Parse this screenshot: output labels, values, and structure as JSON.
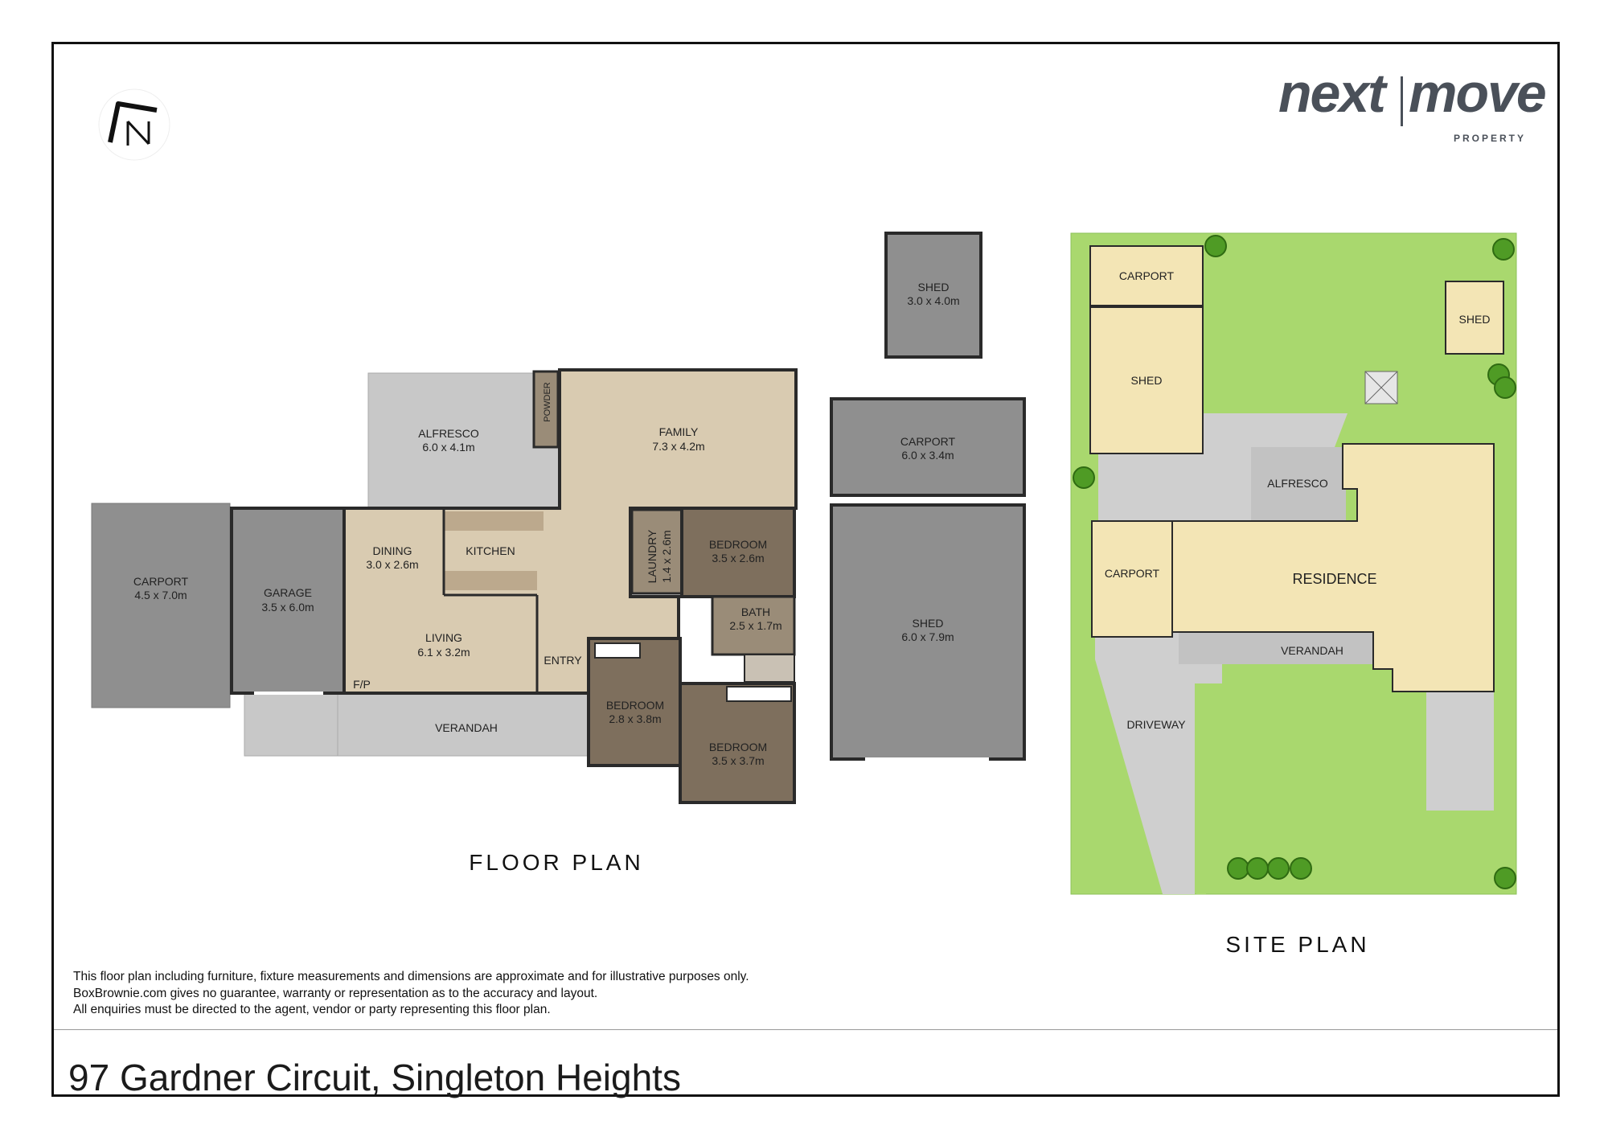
{
  "address": "97 Gardner Circuit, Singleton Heights",
  "disclaimer": [
    "This floor plan including furniture, fixture measurements and dimensions are approximate and for illustrative purposes only.",
    "BoxBrownie.com gives no guarantee, warranty or representation as to the accuracy and layout.",
    "All enquiries must be directed to the agent, vendor or party representing this floor plan."
  ],
  "logo": {
    "word1": "next",
    "word2": "move",
    "sub": "PROPERTY"
  },
  "icons": {
    "compass": "north-arrow-icon"
  },
  "colors": {
    "grey_dark": "#8f8f8f",
    "grey_light": "#c8c8c8",
    "tan_light": "#d9cbb1",
    "tan_mid": "#9a8c78",
    "brown_dark": "#7e6f5d",
    "lawn": "#a9d86e",
    "site_building": "#f3e5b5",
    "site_paving": "#cfcfcf",
    "logo_accent": "#d6dd20"
  },
  "floor_plan": {
    "title": "FLOOR PLAN",
    "rooms": {
      "carport1": {
        "name": "CARPORT",
        "dim": "4.5 x 7.0m"
      },
      "garage": {
        "name": "GARAGE",
        "dim": "3.5 x 6.0m"
      },
      "alfresco": {
        "name": "ALFRESCO",
        "dim": "6.0 x 4.1m"
      },
      "powder": {
        "name": "POWDER"
      },
      "family": {
        "name": "FAMILY",
        "dim": "7.3 x 4.2m"
      },
      "dining": {
        "name": "DINING",
        "dim": "3.0 x 2.6m"
      },
      "kitchen": {
        "name": "KITCHEN"
      },
      "living": {
        "name": "LIVING",
        "dim": "6.1 x 3.2m"
      },
      "fp": {
        "name": "F/P"
      },
      "entry": {
        "name": "ENTRY"
      },
      "laundry": {
        "name": "LAUNDRY",
        "dim": "1.4 x 2.6m"
      },
      "bedroom1": {
        "name": "BEDROOM",
        "dim": "3.5 x 2.6m"
      },
      "bath": {
        "name": "BATH",
        "dim": "2.5 x 1.7m"
      },
      "bedroom2": {
        "name": "BEDROOM",
        "dim": "2.8 x 3.8m"
      },
      "bedroom3": {
        "name": "BEDROOM",
        "dim": "3.5 x 3.7m"
      },
      "verandah": {
        "name": "VERANDAH"
      },
      "shed_small": {
        "name": "SHED",
        "dim": "3.0 x 4.0m"
      },
      "carport2": {
        "name": "CARPORT",
        "dim": "6.0 x 3.4m"
      },
      "shed_large": {
        "name": "SHED",
        "dim": "6.0 x 7.9m"
      }
    }
  },
  "site_plan": {
    "title": "SITE PLAN",
    "labels": {
      "carport_top": "CARPORT",
      "shed_left": "SHED",
      "shed_right": "SHED",
      "alfresco": "ALFRESCO",
      "carport_mid": "CARPORT",
      "residence": "RESIDENCE",
      "verandah": "VERANDAH",
      "driveway": "DRIVEWAY"
    }
  }
}
